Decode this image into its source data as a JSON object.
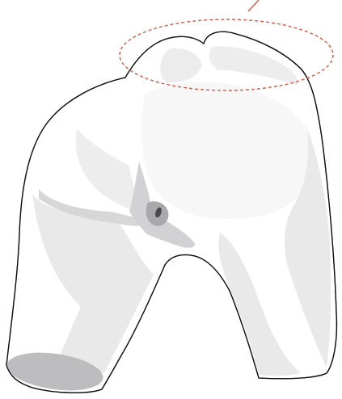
{
  "diagram": {
    "title": "",
    "figure": "anatomical-lower-torso-illustration",
    "highlight": {
      "shape": "ellipse",
      "style": "dashed",
      "color": "#d25a4a"
    },
    "pointer": {
      "color": "#d25a4a"
    },
    "colors": {
      "outline": "#111111",
      "skin": "#ffffff",
      "shade_light": "#e9e9ea",
      "shade_mid": "#d7d7d8",
      "shade_dark": "#bdbdbf",
      "shade_darker": "#8f8f92"
    }
  }
}
